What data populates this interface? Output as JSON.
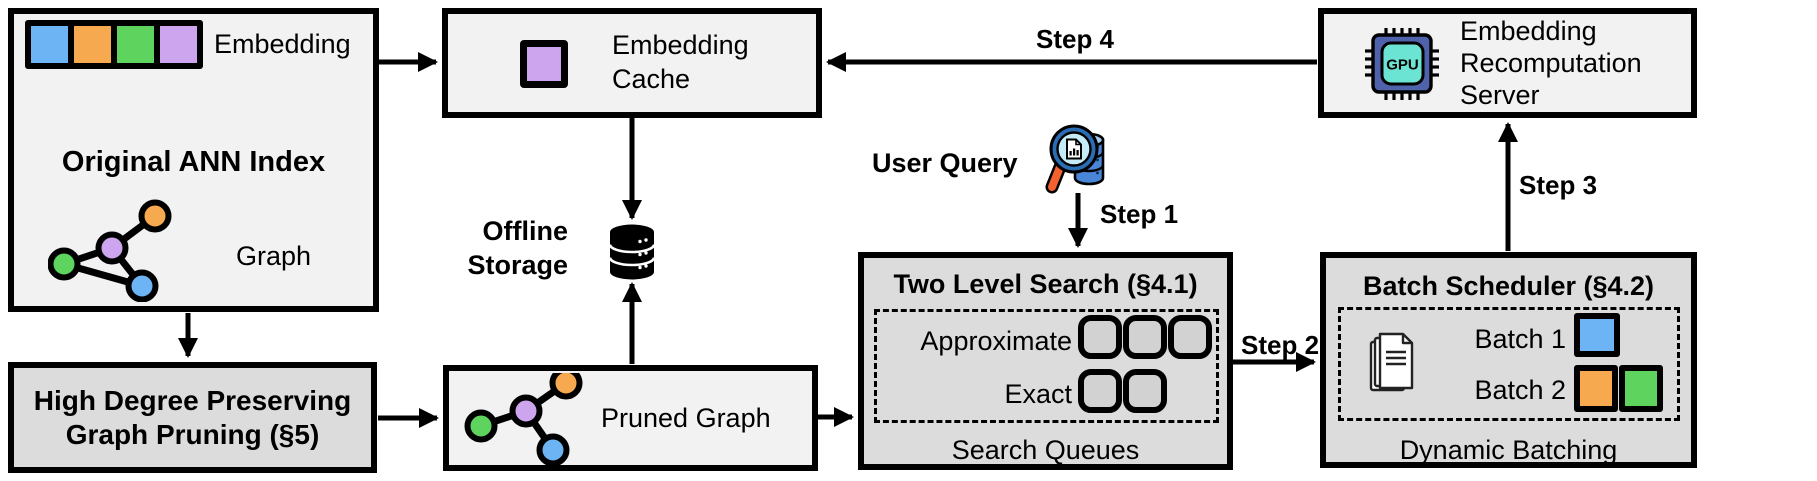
{
  "diagram_title": "Embedding recomputation ANN serving system architecture",
  "colors": {
    "blue": "#6db4f5",
    "orange": "#f7a950",
    "green": "#5ed45e",
    "purple": "#cda5ef",
    "light_box_bg": "#f2f2f2",
    "dark_box_bg": "#dcdcdc",
    "queue_slot_fill": "#d2d2d2",
    "gpu_chip": "#4f63ac",
    "gpu_core": "#6be4d4",
    "magnifier_ring": "#2a6db5",
    "magnifier_lens": "#c6ebf7",
    "magnifier_handle": "#f2612e",
    "query_db": "#4a86d8"
  },
  "original_index": {
    "title": "Original ANN Index",
    "embedding_label": "Embedding",
    "graph_label": "Graph",
    "embedding_cells": [
      "blue",
      "orange",
      "green",
      "purple"
    ]
  },
  "pruning": {
    "line1": "High Degree Preserving",
    "line2": "Graph Pruning (§5)"
  },
  "embedding_cache": {
    "line1": "Embedding",
    "line2": "Cache"
  },
  "offline_storage": {
    "line1": "Offline",
    "line2": "Storage"
  },
  "pruned_graph": {
    "label": "Pruned Graph"
  },
  "user_query": {
    "label": "User Query"
  },
  "two_level_search": {
    "title": "Two Level Search (§4.1)",
    "approximate_label": "Approximate",
    "exact_label": "Exact",
    "footer": "Search Queues",
    "approximate_slots": 3,
    "exact_slots": 2
  },
  "batch_scheduler": {
    "title": "Batch Scheduler (§4.2)",
    "batch1_label": "Batch 1",
    "batch2_label": "Batch 2",
    "batch1_colors": [
      "blue"
    ],
    "batch2_colors": [
      "orange",
      "green"
    ],
    "footer": "Dynamic Batching"
  },
  "recompute_server": {
    "line1": "Embedding",
    "line2": "Recomputation",
    "line3": "Server",
    "gpu_text": "GPU"
  },
  "steps": {
    "step1": "Step 1",
    "step2": "Step 2",
    "step3": "Step 3",
    "step4": "Step 4"
  }
}
